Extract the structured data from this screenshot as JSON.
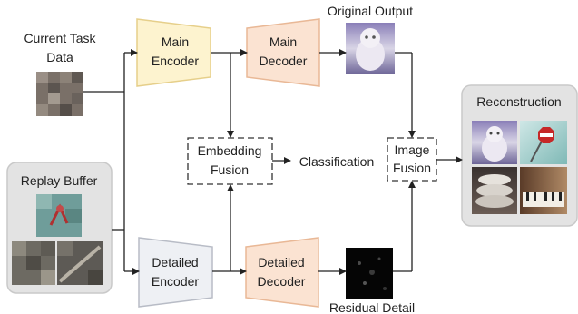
{
  "inputs": {
    "current_task_line1": "Current Task",
    "current_task_line2": "Data",
    "replay_buffer": "Replay Buffer"
  },
  "encoders": {
    "main_line1": "Main",
    "main_line2": "Encoder",
    "detailed_line1": "Detailed",
    "detailed_line2": "Encoder"
  },
  "decoders": {
    "main_line1": "Main",
    "main_line2": "Decoder",
    "detailed_line1": "Detailed",
    "detailed_line2": "Decoder"
  },
  "fusion": {
    "embedding_line1": "Embedding",
    "embedding_line2": "Fusion",
    "image_line1": "Image",
    "image_line2": "Fusion"
  },
  "classification": "Classification",
  "outputs": {
    "original_output": "Original Output",
    "residual_detail": "Residual Detail",
    "reconstruction": "Reconstruction"
  },
  "colors": {
    "main_encoder_fill": "#fdf3cf",
    "main_encoder_stroke": "#e6cf8a",
    "main_decoder_fill": "#fbe3d2",
    "main_decoder_stroke": "#e9b896",
    "detailed_encoder_fill": "#eef0f4",
    "detailed_encoder_stroke": "#b8bcc6",
    "detailed_decoder_fill": "#fbe3d2",
    "panel_fill": "#e3e3e3",
    "panel_stroke": "#c9c9c9",
    "arrow": "#222222"
  }
}
